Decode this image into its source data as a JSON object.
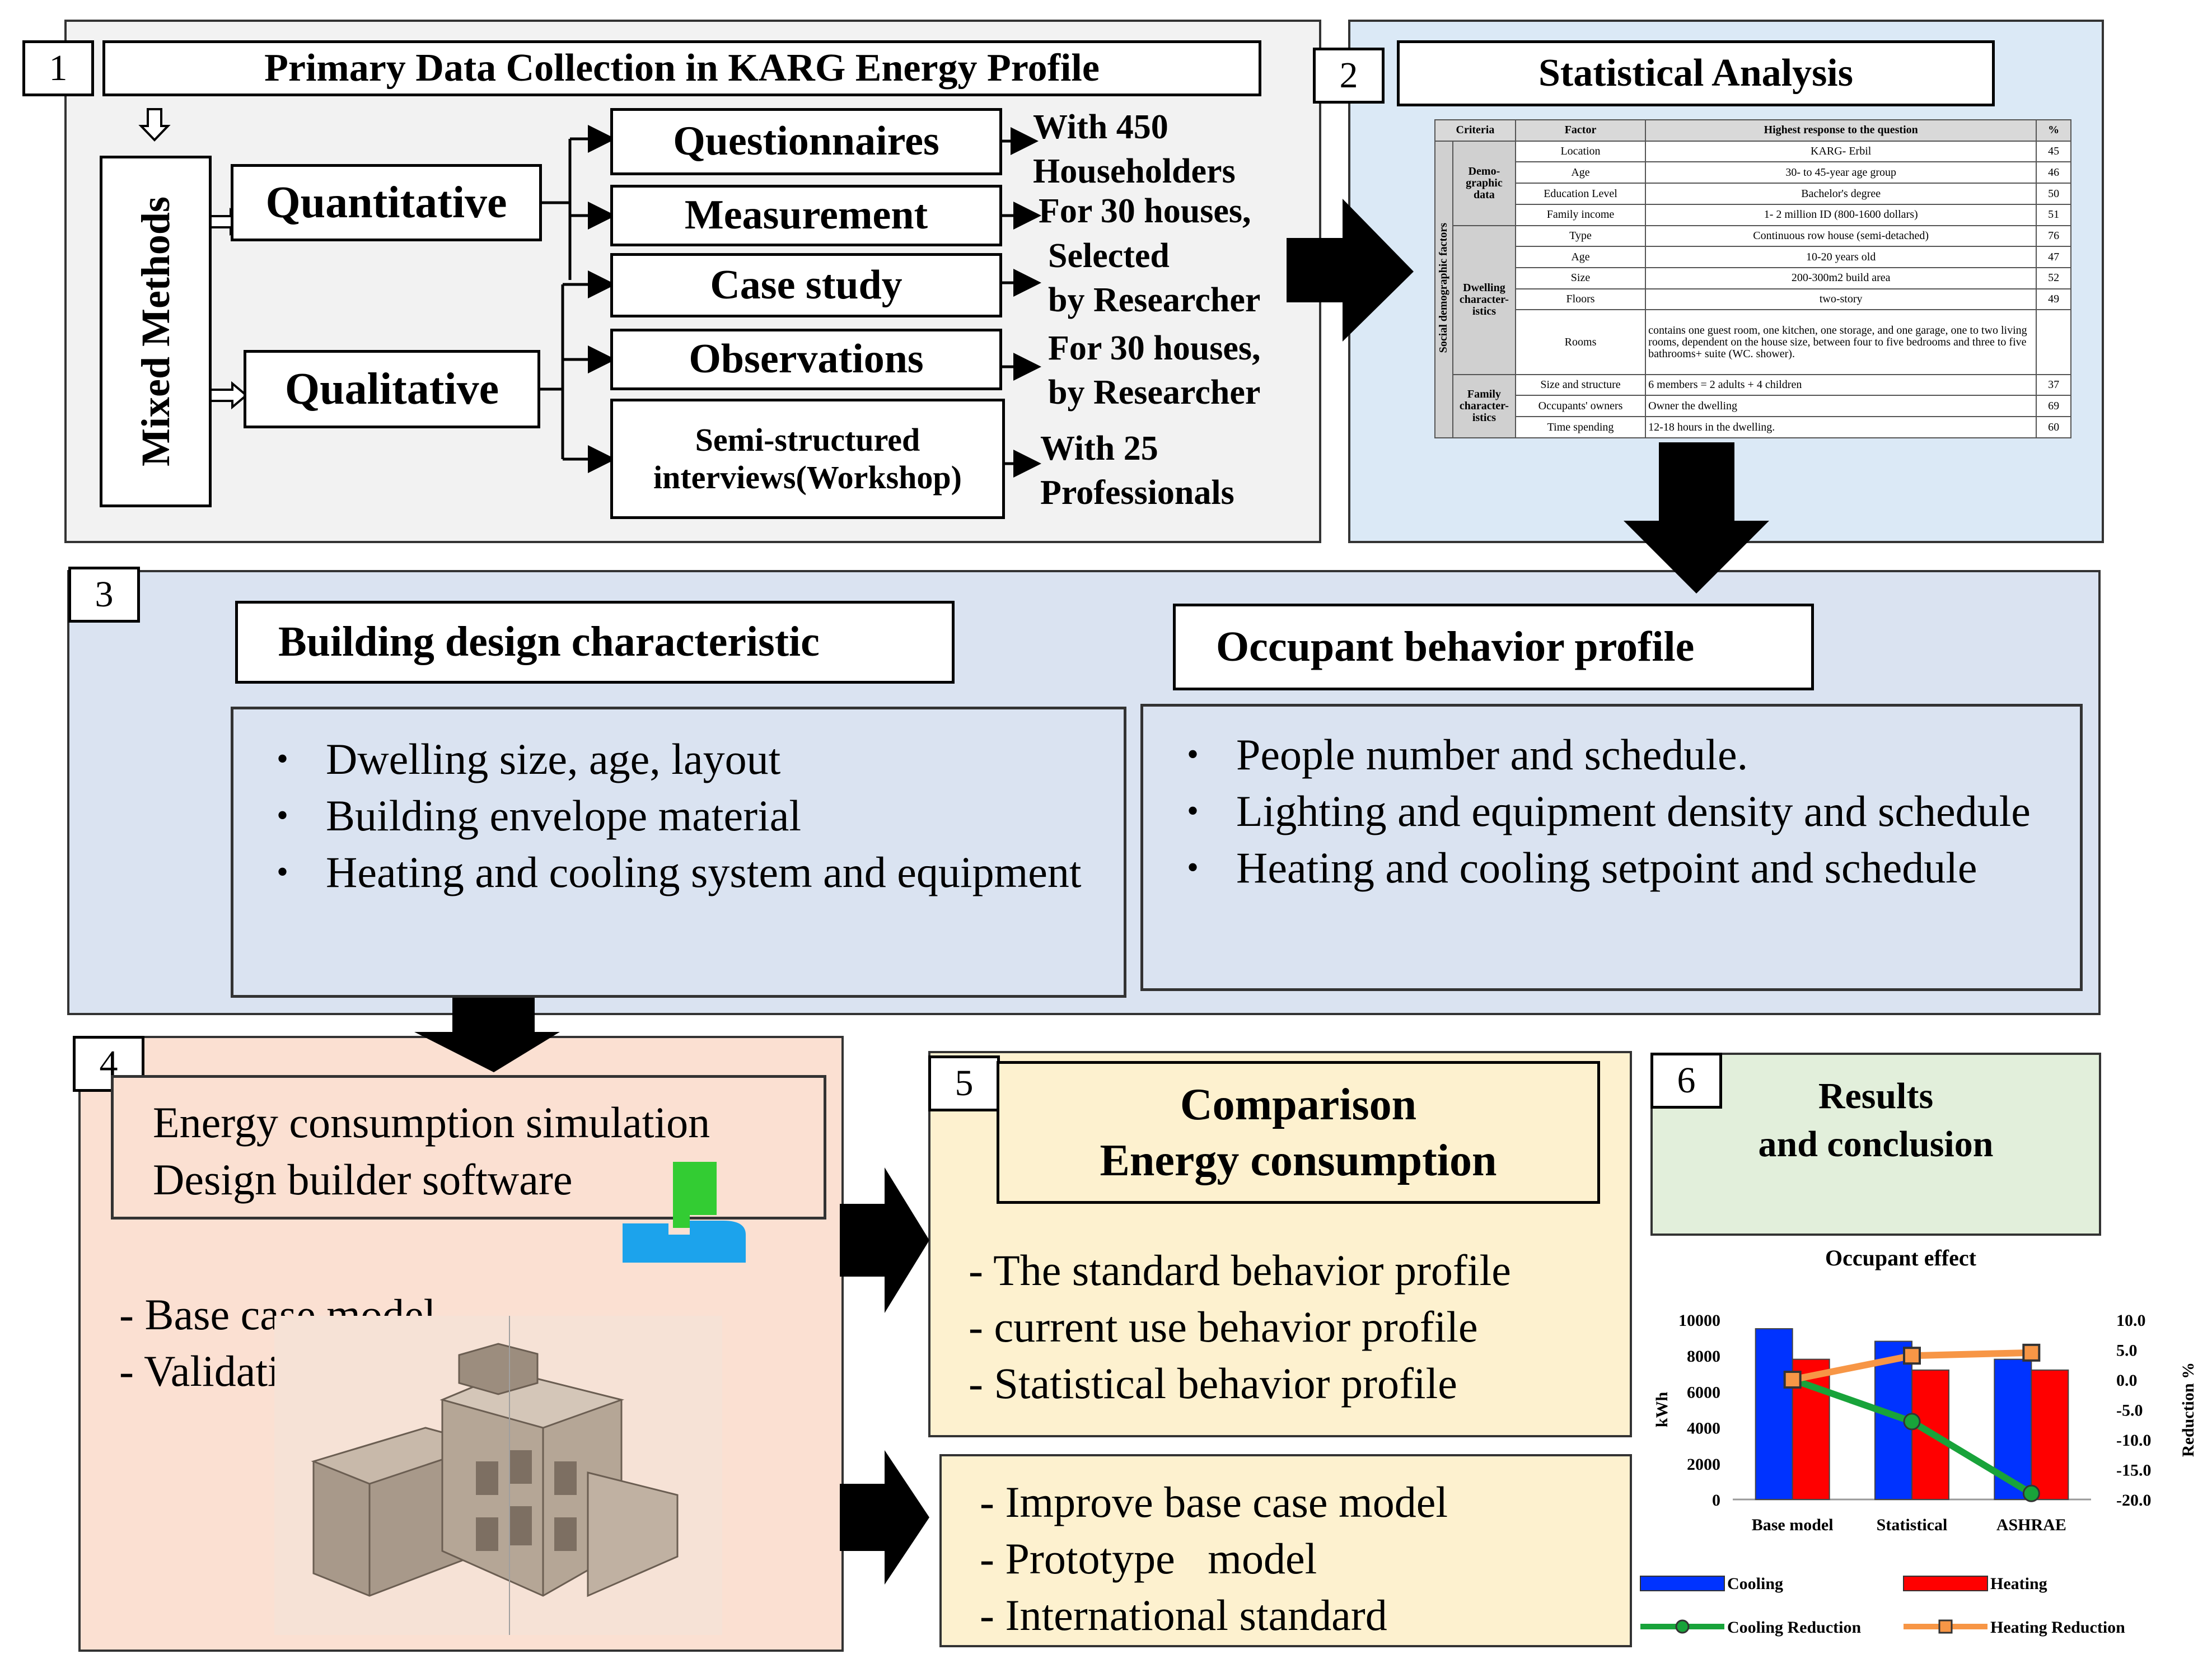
{
  "section1": {
    "number": "1",
    "title": "Primary Data Collection in  KARG Energy Profile",
    "mixed_methods": "Mixed Methods",
    "quantitative": "Quantitative",
    "qualitative": "Qualitative",
    "methods": [
      "Questionnaires",
      "Measurement",
      "Case study",
      "Observations"
    ],
    "semi_structured": "Semi-structured\ninterviews(Workshop)",
    "notes": [
      "With 450\nHouseholders",
      "For 30 houses,",
      "Selected\nby Researcher",
      "For 30 houses,\nby Researcher",
      "With 25\nProfessionals"
    ]
  },
  "section2": {
    "number": "2",
    "title": "Statistical Analysis",
    "table": {
      "headers": [
        "Criteria",
        "Factor",
        "Highest response to the question",
        "%"
      ],
      "side_label": "Social demographic factors",
      "groups": [
        {
          "label": "Demo-\ngraphic\ndata",
          "rows": [
            [
              "Location",
              "KARG- Erbil",
              "45"
            ],
            [
              "Age",
              "30- to 45-year age group",
              "46"
            ],
            [
              "Education Level",
              "Bachelor's degree",
              "50"
            ],
            [
              "Family income",
              "1- 2 million ID (800-1600 dollars)",
              "51"
            ]
          ]
        },
        {
          "label": "Dwelling\ncharacter-\nistics",
          "rows": [
            [
              "Type",
              "Continuous row house (semi-detached)",
              "76"
            ],
            [
              "Age",
              "10-20 years old",
              "47"
            ],
            [
              "Size",
              "200-300m2 build area",
              "52"
            ],
            [
              "Floors",
              "two-story",
              "49"
            ],
            [
              "Rooms",
              "contains one guest room, one kitchen, one storage, and one garage, one to two living rooms, dependent on the house size, between four to five bedrooms and three to five bathrooms+ suite (WC. shower).",
              ""
            ]
          ]
        },
        {
          "label": "Family\ncharacter-\nistics",
          "rows": [
            [
              "Size and structure",
              "6 members = 2 adults + 4 children",
              "37"
            ],
            [
              "Occupants' owners",
              "Owner the dwelling",
              "69"
            ],
            [
              "Time spending",
              "12-18 hours in the dwelling.",
              "60"
            ]
          ]
        }
      ]
    }
  },
  "section3": {
    "number": "3",
    "building_title": "Building design characteristic",
    "building_items": [
      "Dwelling size, age, layout",
      "Building envelope material",
      "Heating and cooling system and equipment"
    ],
    "occupant_title": "Occupant behavior profile",
    "occupant_items": [
      "People number and schedule.",
      "Lighting and equipment density and schedule",
      "Heating and cooling setpoint and schedule"
    ]
  },
  "section4": {
    "number": "4",
    "title_line1": "Energy consumption simulation",
    "title_line2": "Design builder software",
    "items": [
      "- Base case model",
      "- Validation model"
    ]
  },
  "section5": {
    "number": "5",
    "title_line1": "Comparison",
    "title_line2": "Energy consumption",
    "items": [
      "- The standard behavior profile",
      "- current use behavior profile",
      "- Statistical  behavior profile"
    ],
    "improve_items": [
      "- Improve base case model",
      "- Prototype   model",
      "- International standard"
    ]
  },
  "section6": {
    "number": "6",
    "title_line1": "Results",
    "title_line2": "and conclusion"
  },
  "colors": {
    "panel1": "#f2f2f2",
    "panel2": "#dbe9f6",
    "panel3": "#dae3f1",
    "panel4": "#fbe0d2",
    "panel5": "#fdf1cf",
    "panel6": "#e2efdb",
    "cooling": "#0033ff",
    "heating": "#ff0000",
    "cooling_reduction": "#18a33a",
    "heating_reduction": "#f79646"
  },
  "chart_data": {
    "type": "bar",
    "title": "Occupant effect",
    "categories": [
      "Base model",
      "Statistical",
      "ASHRAE"
    ],
    "ylabel": "kWh",
    "y2label": "Reduction %",
    "ylim": [
      0,
      10000
    ],
    "yticks": [
      "10000",
      "8000",
      "6000",
      "4000",
      "2000",
      "0"
    ],
    "y2lim": [
      -20,
      10
    ],
    "y2ticks": [
      "10.0",
      "5.0",
      "0.0",
      "-5.0",
      "-10.0",
      "-15.0",
      "-20.0"
    ],
    "series": [
      {
        "name": "Cooling",
        "kind": "bar",
        "axis": "left",
        "values": [
          9500,
          8800,
          7800
        ]
      },
      {
        "name": "Heating",
        "kind": "bar",
        "axis": "left",
        "values": [
          7800,
          7200,
          7200
        ]
      },
      {
        "name": "Cooling Reduction",
        "kind": "line",
        "axis": "right",
        "values": [
          0,
          -7,
          -19
        ]
      },
      {
        "name": "Heating  Reduction",
        "kind": "line",
        "axis": "right",
        "values": [
          0,
          4,
          4.5
        ]
      }
    ],
    "legend": "bottom"
  }
}
